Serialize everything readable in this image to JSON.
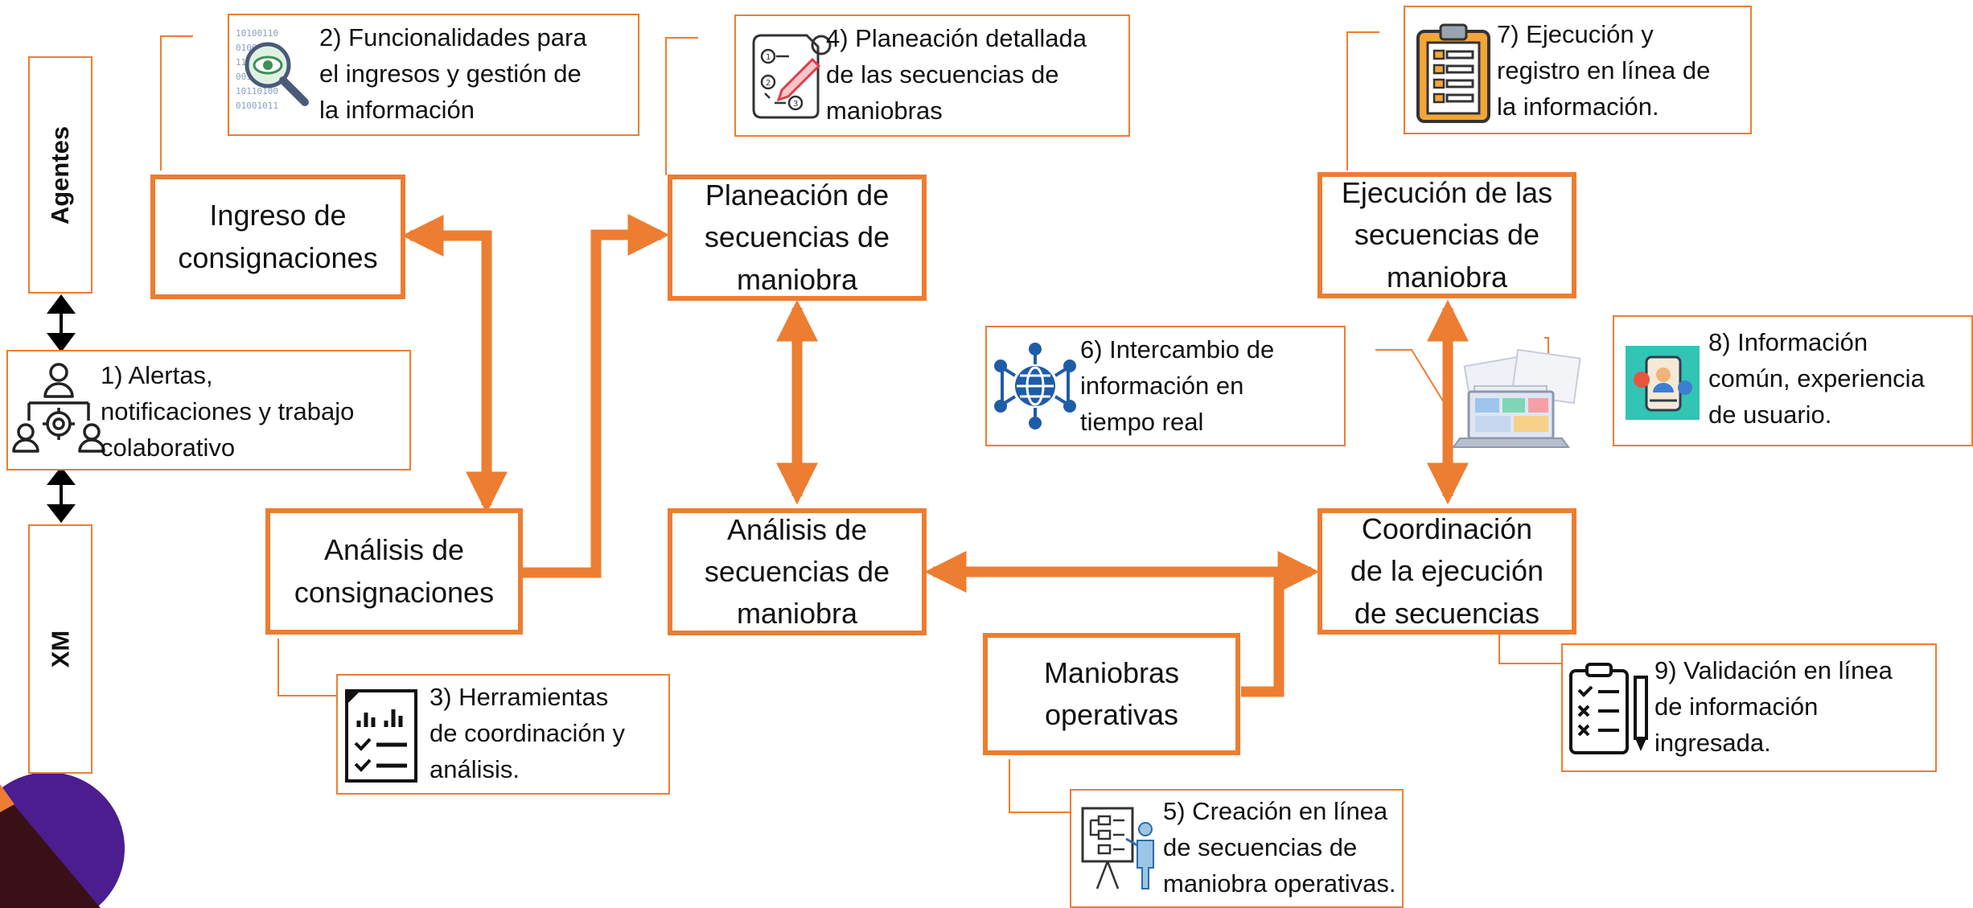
{
  "colors": {
    "accent": "#ED7D31",
    "deco_purple": "#4B1D8F",
    "deco_dark": "#3A1018",
    "deco_orange": "#ED7D31"
  },
  "side_labels": {
    "top": "Agentes",
    "bottom": "XM"
  },
  "nodes": {
    "ingreso": "Ingreso de\nconsignaciones",
    "analisis_consignaciones": "Análisis de\nconsignaciones",
    "planeacion": "Planeación de\nsecuencias de\nmaniobra",
    "analisis_secuencias": "Análisis de\nsecuencias de\nmaniobra",
    "ejecucion": "Ejecución de las\nsecuencias de\nmaniobra",
    "coordinacion": "Coordinación\nde la ejecución\nde secuencias",
    "maniobras": "Maniobras\noperativas"
  },
  "callouts": {
    "c1": {
      "text": "1) Alertas,\nnotificaciones y trabajo\ncolaborativo",
      "icon": "team-gear-icon"
    },
    "c2": {
      "text": "2) Funcionalidades para\nel ingresos y gestión de\nla información",
      "icon": "data-search-eye-icon"
    },
    "c3": {
      "text": "3) Herramientas\nde coordinación y\nanálisis.",
      "icon": "chart-checklist-icon"
    },
    "c4": {
      "text": "4) Planeación detallada\nde las secuencias de\nmaniobras",
      "icon": "planning-steps-icon"
    },
    "c5": {
      "text": "5) Creación en línea\nde secuencias de\nmaniobra operativas.",
      "icon": "presentation-board-icon"
    },
    "c6": {
      "text": "6) Intercambio de\ninformación en\ntiempo real",
      "icon": "globe-network-icon"
    },
    "c7": {
      "text": "7) Ejecución y\nregistro en línea de\nla información.",
      "icon": "clipboard-list-icon"
    },
    "c8": {
      "text": "8) Información\ncomún, experiencia\nde usuario.",
      "icon": "user-profile-app-icon"
    },
    "c9": {
      "text": "9) Validación en línea\nde información\ningresada.",
      "icon": "checklist-pencil-icon"
    }
  },
  "illustrations": {
    "dashboard": "dashboard-laptop-icon"
  }
}
